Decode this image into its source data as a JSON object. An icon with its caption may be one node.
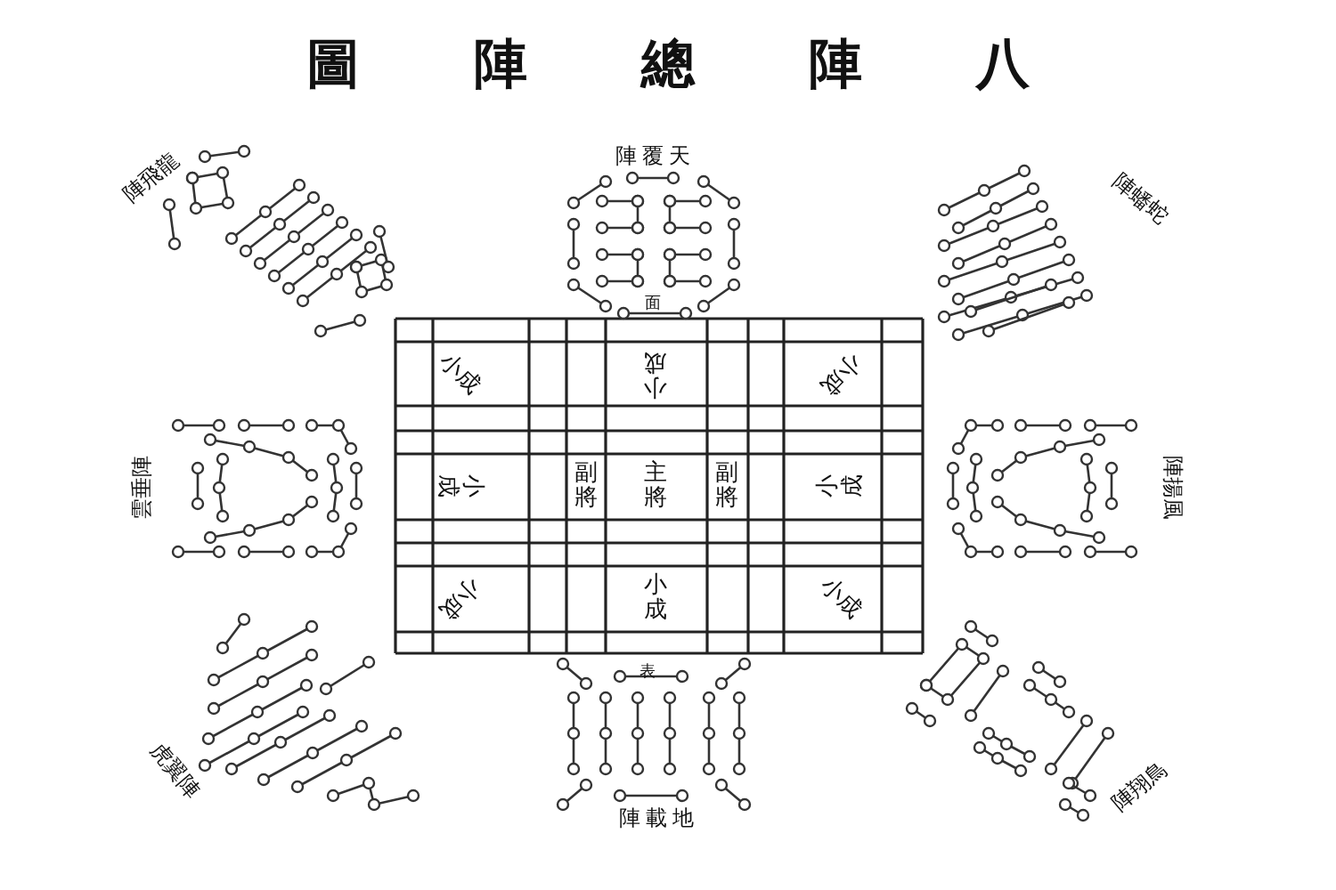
{
  "diagram": {
    "title": "圖陣總陣八",
    "labels": [
      "陣飛龍",
      "陣覆天",
      "陣蟠蛇",
      "面",
      "小成",
      "小成",
      "小成",
      "雲垂陣",
      "小成",
      "副將",
      "主將",
      "副將",
      "小成",
      "陣揚風",
      "小成",
      "小成",
      "小成",
      "表",
      "虎翼陣",
      "陣載地",
      "陣翔鳥"
    ]
  }
}
